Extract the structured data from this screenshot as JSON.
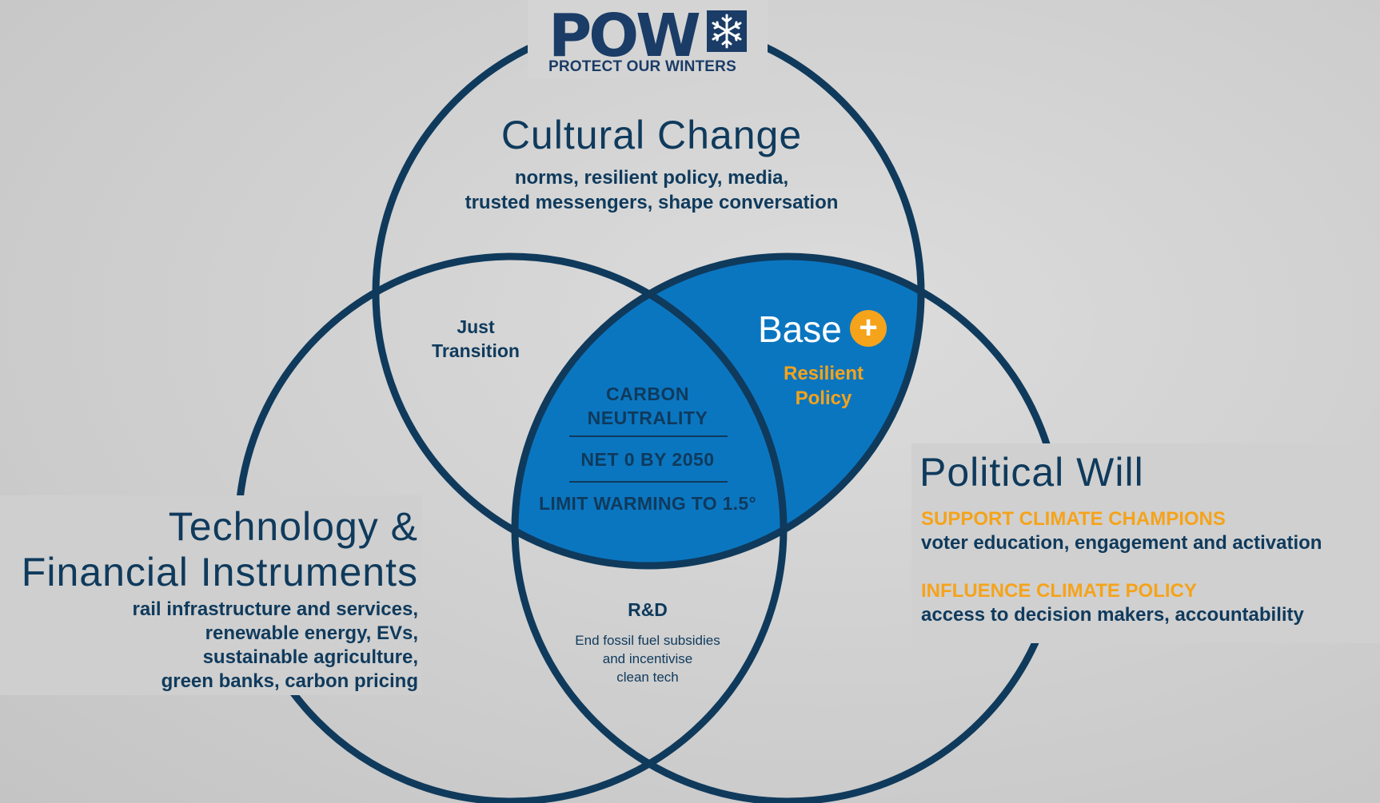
{
  "logo": {
    "wordmark": "POW",
    "tagline": "PROTECT OUR WINTERS",
    "icon": "snowflake-icon"
  },
  "circles": {
    "cultural": {
      "title": "Cultural Change",
      "subtitle_lines": [
        "norms, resilient policy, media,",
        "trusted messengers, shape conversation"
      ]
    },
    "technology": {
      "title_lines": [
        "Technology &",
        "Financial Instruments"
      ],
      "subtitle_lines": [
        "rail infrastructure and services,",
        "renewable energy, EVs,",
        "sustainable agriculture,",
        "green banks, carbon pricing"
      ]
    },
    "political": {
      "title": "Political Will",
      "items": [
        {
          "heading": "SUPPORT CLIMATE CHAMPIONS",
          "text": "voter education, engagement and activation"
        },
        {
          "heading": "INFLUENCE CLIMATE POLICY",
          "text": "access to decision makers, accountability"
        }
      ]
    }
  },
  "overlaps": {
    "cultural_technology": {
      "lines": [
        "Just",
        "Transition"
      ]
    },
    "cultural_political": {
      "title": "Base",
      "badge": "+",
      "subtitle_lines": [
        "Resilient",
        "Policy"
      ]
    },
    "technology_political": {
      "title": "R&D",
      "subtitle_lines": [
        "End fossil fuel subsidies",
        "and incentivise",
        "clean tech"
      ]
    },
    "center": {
      "lines": [
        "CARBON",
        "NEUTRALITY"
      ],
      "goal": "NET 0 BY 2050",
      "limit": "LIMIT WARMING TO 1.5°"
    }
  },
  "colors": {
    "navy": "#0f3a5c",
    "highlight_blue": "#0b76c0",
    "orange": "#f5a31a",
    "background": "#cfcfcf"
  }
}
